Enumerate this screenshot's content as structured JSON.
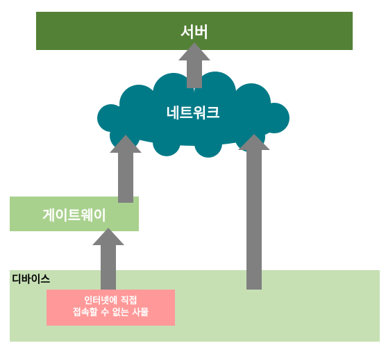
{
  "server": {
    "label": "서버"
  },
  "network": {
    "label": "네트워크"
  },
  "gateway": {
    "label": "게이트웨이"
  },
  "device": {
    "label": "디바이스"
  },
  "offline_thing": {
    "line1": "인터넷에 직접",
    "line2": "접속할 수 없는 사물"
  },
  "colors": {
    "server": "#538135",
    "network": "#007a87",
    "gateway": "#a9d18e",
    "device": "#c6e0b4",
    "offline_thing": "#ff9999",
    "arrow": "#808080"
  }
}
